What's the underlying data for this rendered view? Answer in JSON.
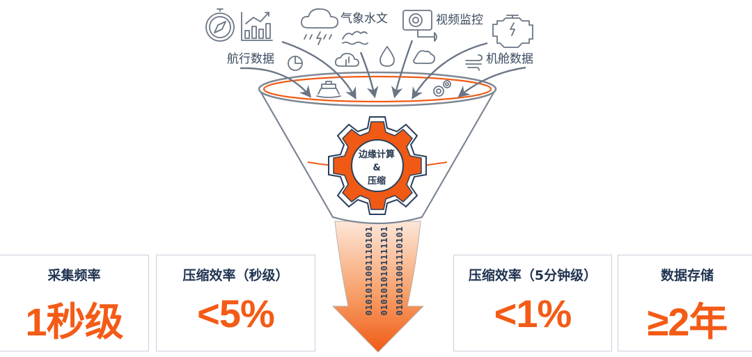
{
  "diagram": {
    "sources": [
      {
        "label": "航行数据",
        "icons": [
          "compass-icon",
          "bar-chart-icon",
          "pie-chart-icon",
          "ship-icon"
        ]
      },
      {
        "label": "气象水文",
        "icons": [
          "rain-cloud-icon",
          "waves-icon",
          "cloud-sync-icon",
          "water-drop-icon"
        ]
      },
      {
        "label": "视频监控",
        "icons": [
          "security-camera-icon",
          "cloud-icon"
        ]
      },
      {
        "label": "机舱数据",
        "icons": [
          "engine-icon",
          "wind-icon",
          "gears-icon"
        ]
      }
    ],
    "center": {
      "line1": "边缘计算",
      "line2": "&",
      "line3": "压缩"
    },
    "binary_stream": [
      "0101011001110101",
      "0101010101111101",
      "0101011001110101"
    ],
    "colors": {
      "accent": "#f35b16",
      "funnel_stroke": "#7d8693",
      "gear_outline": "#2a3e5a",
      "label_text": "#3a4a5e"
    }
  },
  "stats": [
    {
      "title": "采集频率",
      "value": "1秒级"
    },
    {
      "title": "压缩效率（秒级）",
      "value": "<5%"
    },
    {
      "title": "压缩效率（5分钟级）",
      "value": "<1%"
    },
    {
      "title": "数据存储",
      "value": "≥2年"
    }
  ]
}
